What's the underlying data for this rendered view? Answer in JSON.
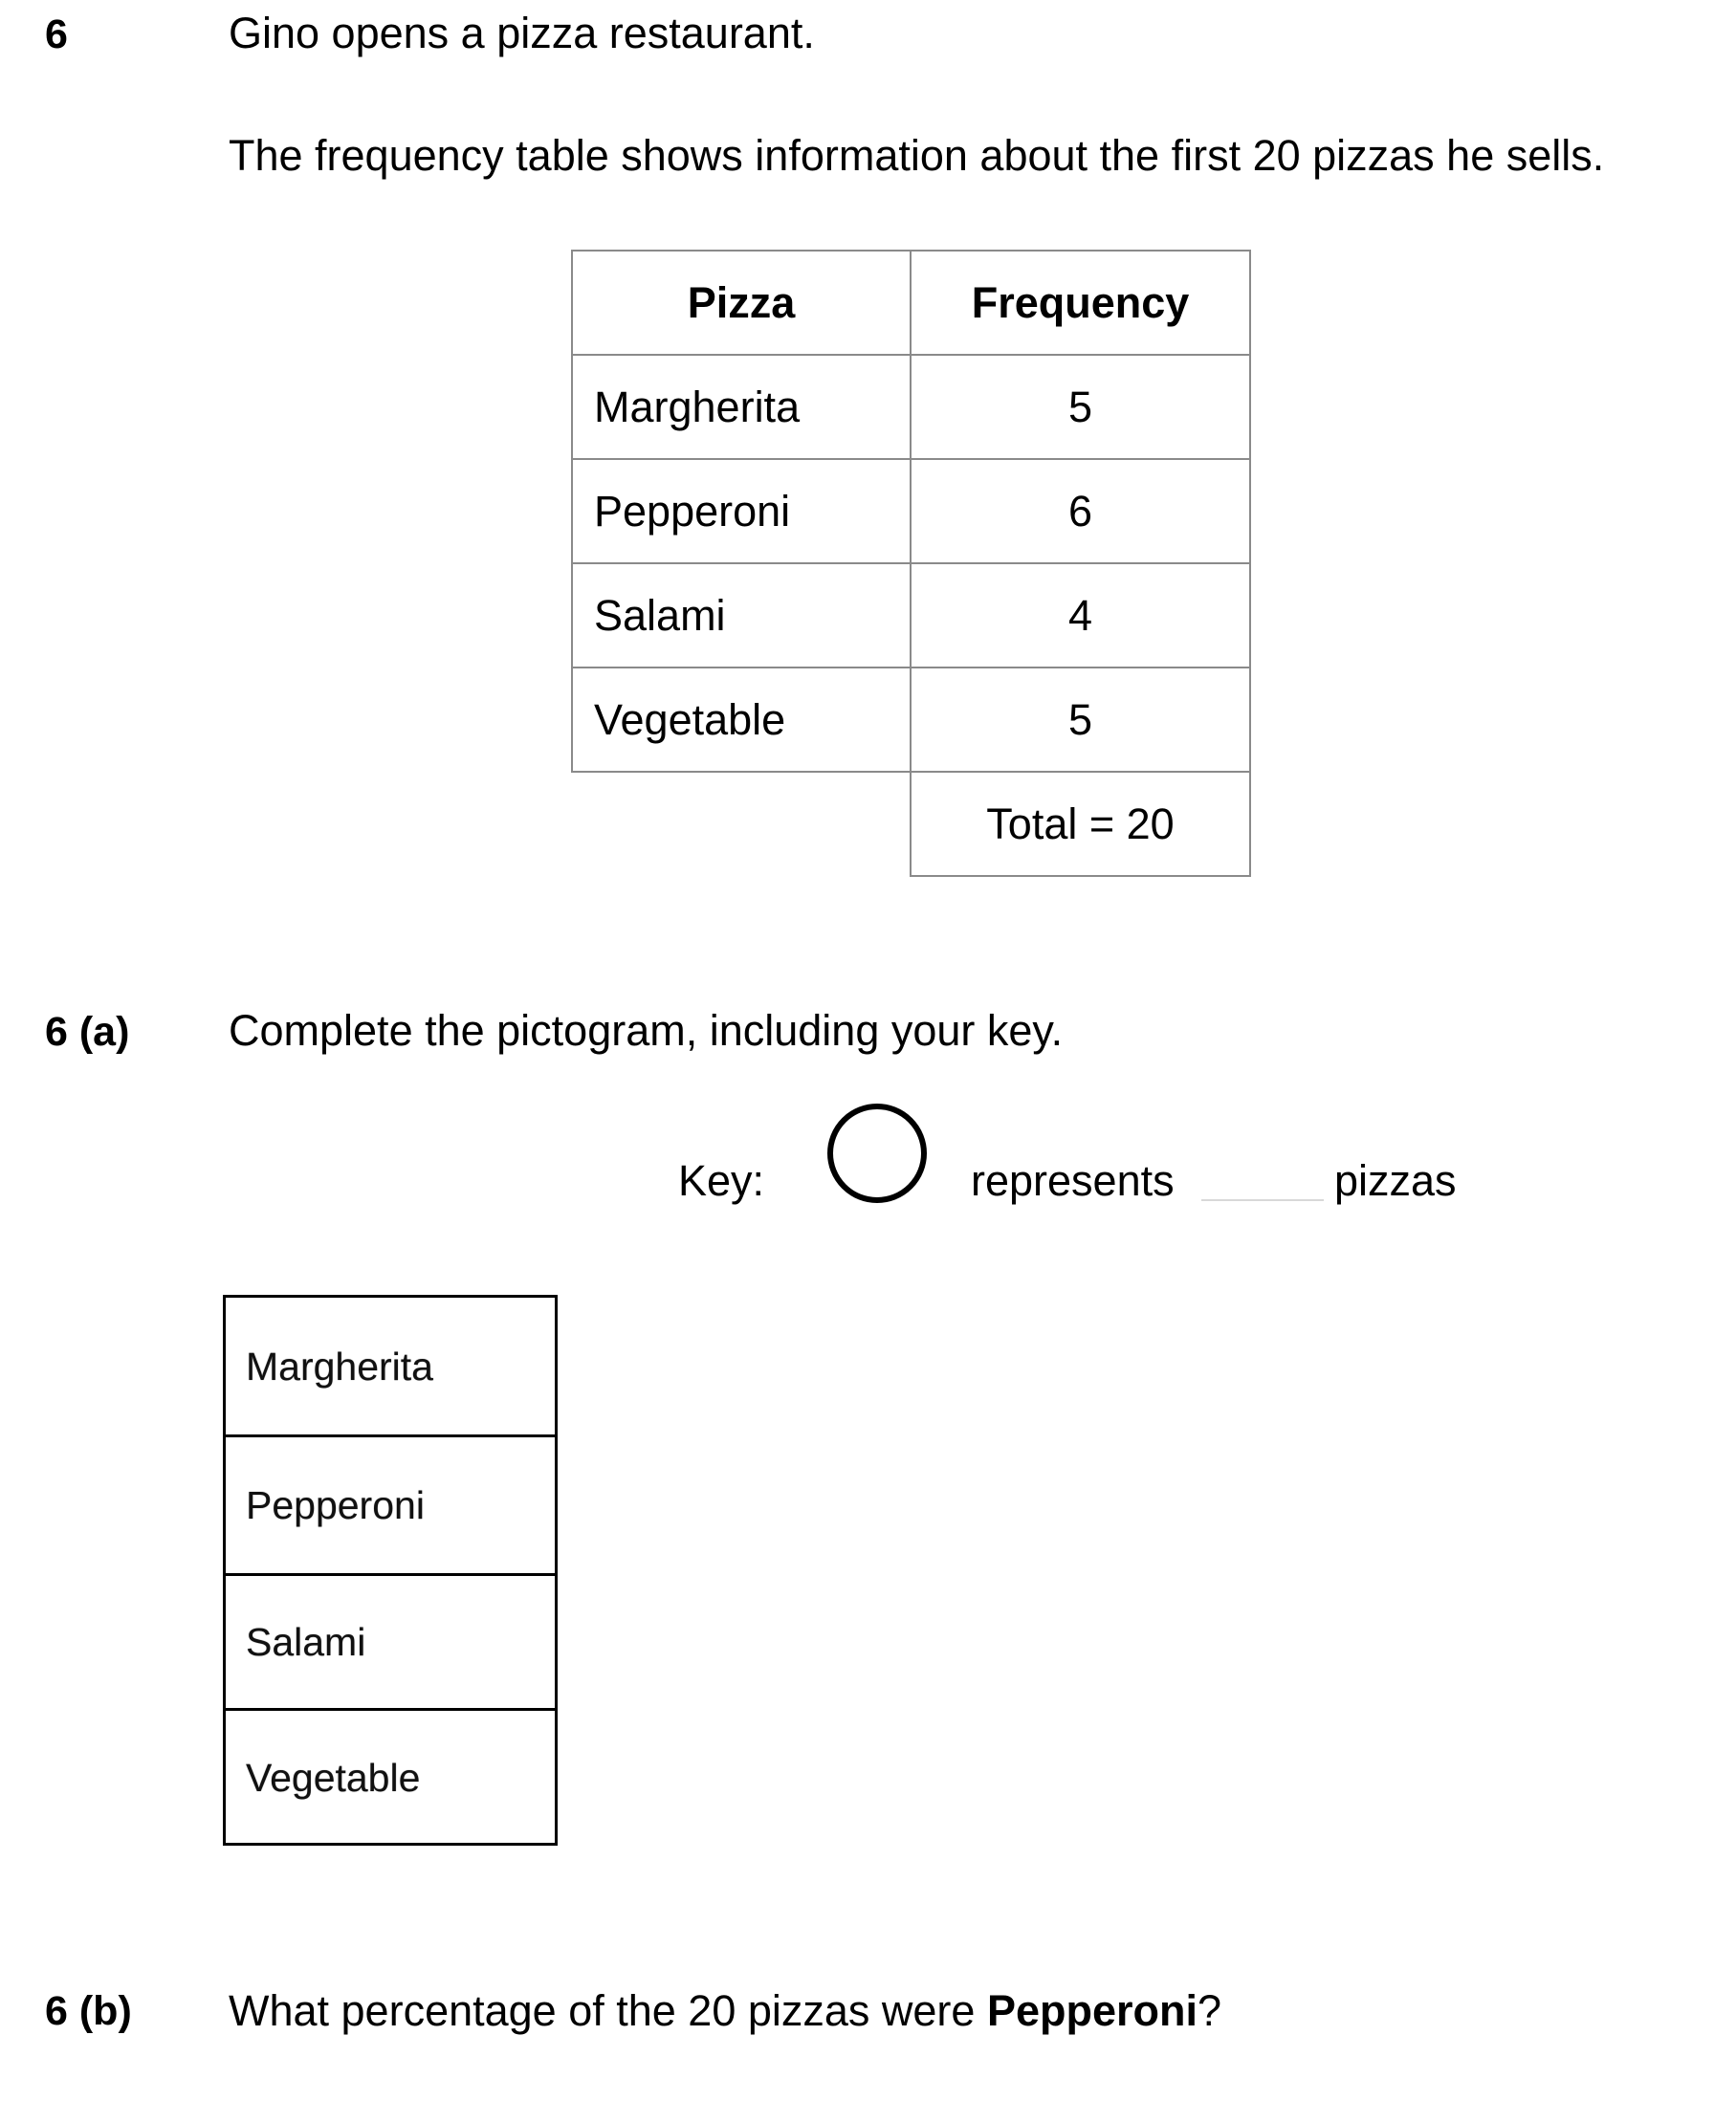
{
  "question": {
    "number": "6",
    "intro": "Gino opens a pizza restaurant.",
    "table_description": "The frequency table shows information about the first 20 pizzas he sells."
  },
  "frequency_table": {
    "headers": [
      "Pizza",
      "Frequency"
    ],
    "rows": [
      {
        "pizza": "Margherita",
        "frequency": "5"
      },
      {
        "pizza": "Pepperoni",
        "frequency": "6"
      },
      {
        "pizza": "Salami",
        "frequency": "4"
      },
      {
        "pizza": "Vegetable",
        "frequency": "5"
      }
    ],
    "total": "Total = 20"
  },
  "part_a": {
    "label": "6 (a)",
    "prompt": "Complete the pictogram, including your key.",
    "key_label": "Key:",
    "key_represents": "represents",
    "key_unit": "pizzas",
    "key_symbol_icon": "circle-icon",
    "pictogram_rows": [
      "Margherita",
      "Pepperoni",
      "Salami",
      "Vegetable"
    ]
  },
  "part_b": {
    "label": "6 (b)",
    "prompt_before": "What percentage of the 20 pizzas were ",
    "prompt_bold": "Pepperoni",
    "prompt_after": "?"
  }
}
